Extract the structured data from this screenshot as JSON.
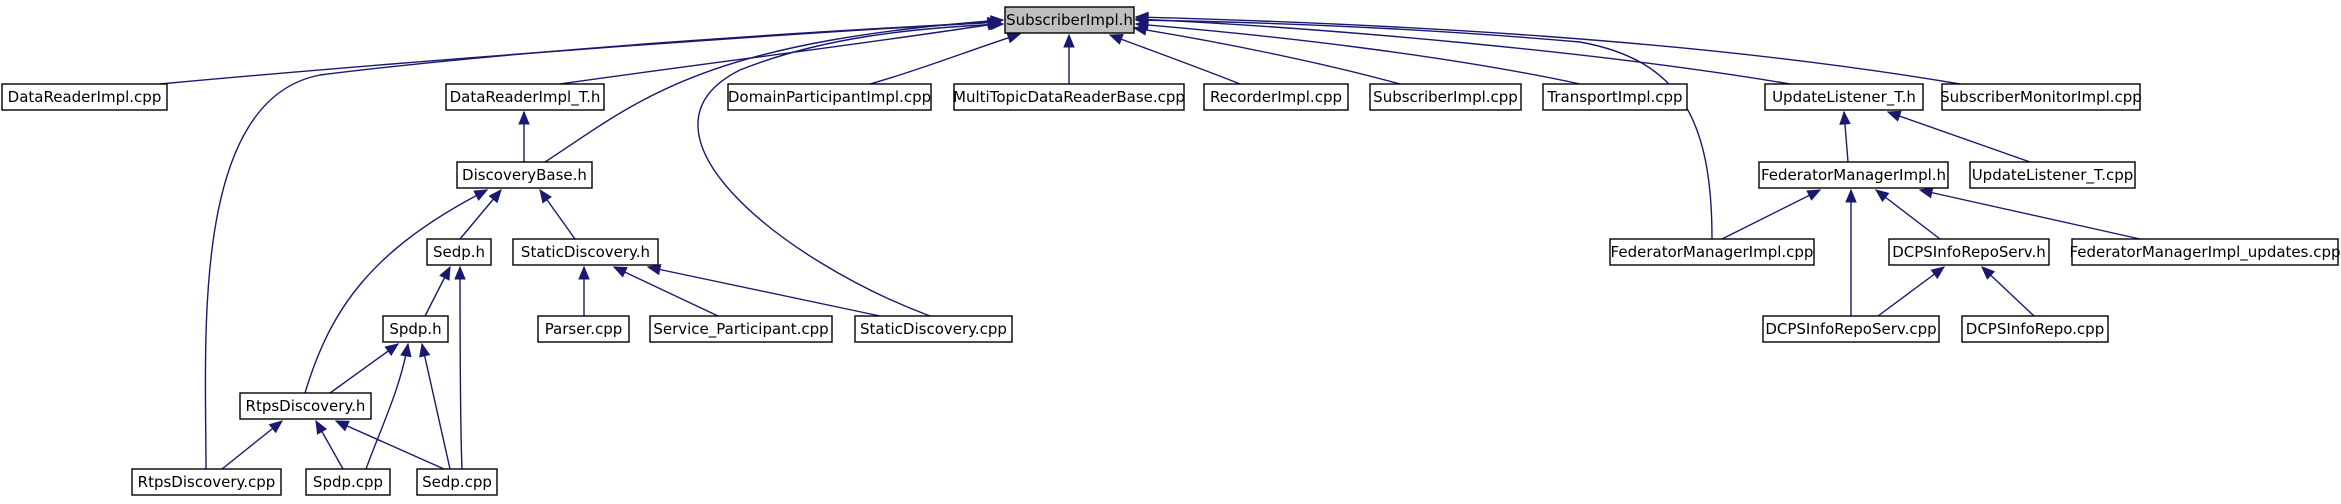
{
  "diagram": {
    "type": "include-dependency-graph",
    "root": "SubscriberImpl.h",
    "nodes": [
      {
        "id": "SubscriberImpl.h",
        "label": "SubscriberImpl.h"
      },
      {
        "id": "DataReaderImpl.cpp",
        "label": "DataReaderImpl.cpp"
      },
      {
        "id": "DataReaderImpl_T.h",
        "label": "DataReaderImpl_T.h"
      },
      {
        "id": "DomainParticipantImpl.cpp",
        "label": "DomainParticipantImpl.cpp"
      },
      {
        "id": "MultiTopicDataReaderBase.cpp",
        "label": "MultiTopicDataReaderBase.cpp"
      },
      {
        "id": "RecorderImpl.cpp",
        "label": "RecorderImpl.cpp"
      },
      {
        "id": "SubscriberImpl.cpp",
        "label": "SubscriberImpl.cpp"
      },
      {
        "id": "TransportImpl.cpp",
        "label": "TransportImpl.cpp"
      },
      {
        "id": "UpdateListener_T.h",
        "label": "UpdateListener_T.h"
      },
      {
        "id": "SubscriberMonitorImpl.cpp",
        "label": "SubscriberMonitorImpl.cpp"
      },
      {
        "id": "DiscoveryBase.h",
        "label": "DiscoveryBase.h"
      },
      {
        "id": "FederatorManagerImpl.h",
        "label": "FederatorManagerImpl.h"
      },
      {
        "id": "UpdateListener_T.cpp",
        "label": "UpdateListener_T.cpp"
      },
      {
        "id": "Sedp.h",
        "label": "Sedp.h"
      },
      {
        "id": "StaticDiscovery.h",
        "label": "StaticDiscovery.h"
      },
      {
        "id": "FederatorManagerImpl.cpp",
        "label": "FederatorManagerImpl.cpp"
      },
      {
        "id": "DCPSInfoRepoServ.h",
        "label": "DCPSInfoRepoServ.h"
      },
      {
        "id": "FederatorManagerImpl_updates.cpp",
        "label": "FederatorManagerImpl_updates.cpp"
      },
      {
        "id": "Spdp.h",
        "label": "Spdp.h"
      },
      {
        "id": "Parser.cpp",
        "label": "Parser.cpp"
      },
      {
        "id": "Service_Participant.cpp",
        "label": "Service_Participant.cpp"
      },
      {
        "id": "StaticDiscovery.cpp",
        "label": "StaticDiscovery.cpp"
      },
      {
        "id": "DCPSInfoRepoServ.cpp",
        "label": "DCPSInfoRepoServ.cpp"
      },
      {
        "id": "DCPSInfoRepo.cpp",
        "label": "DCPSInfoRepo.cpp"
      },
      {
        "id": "RtpsDiscovery.h",
        "label": "RtpsDiscovery.h"
      },
      {
        "id": "RtpsDiscovery.cpp",
        "label": "RtpsDiscovery.cpp"
      },
      {
        "id": "Spdp.cpp",
        "label": "Spdp.cpp"
      },
      {
        "id": "Sedp.cpp",
        "label": "Sedp.cpp"
      }
    ],
    "edges": [
      {
        "from": "DataReaderImpl.cpp",
        "to": "SubscriberImpl.h"
      },
      {
        "from": "RtpsDiscovery.cpp",
        "to": "SubscriberImpl.h"
      },
      {
        "from": "DataReaderImpl_T.h",
        "to": "SubscriberImpl.h"
      },
      {
        "from": "DiscoveryBase.h",
        "to": "SubscriberImpl.h"
      },
      {
        "from": "StaticDiscovery.cpp",
        "to": "SubscriberImpl.h"
      },
      {
        "from": "DomainParticipantImpl.cpp",
        "to": "SubscriberImpl.h"
      },
      {
        "from": "MultiTopicDataReaderBase.cpp",
        "to": "SubscriberImpl.h"
      },
      {
        "from": "RecorderImpl.cpp",
        "to": "SubscriberImpl.h"
      },
      {
        "from": "SubscriberImpl.cpp",
        "to": "SubscriberImpl.h"
      },
      {
        "from": "TransportImpl.cpp",
        "to": "SubscriberImpl.h"
      },
      {
        "from": "FederatorManagerImpl.cpp",
        "to": "SubscriberImpl.h"
      },
      {
        "from": "UpdateListener_T.h",
        "to": "SubscriberImpl.h"
      },
      {
        "from": "SubscriberMonitorImpl.cpp",
        "to": "SubscriberImpl.h"
      },
      {
        "from": "DiscoveryBase.h",
        "to": "DataReaderImpl_T.h"
      },
      {
        "from": "Sedp.h",
        "to": "DiscoveryBase.h"
      },
      {
        "from": "StaticDiscovery.h",
        "to": "DiscoveryBase.h"
      },
      {
        "from": "RtpsDiscovery.h",
        "to": "DiscoveryBase.h"
      },
      {
        "from": "Spdp.h",
        "to": "Sedp.h"
      },
      {
        "from": "Sedp.cpp",
        "to": "Sedp.h"
      },
      {
        "from": "RtpsDiscovery.h",
        "to": "Spdp.h"
      },
      {
        "from": "Spdp.cpp",
        "to": "Spdp.h"
      },
      {
        "from": "Sedp.cpp",
        "to": "Spdp.h"
      },
      {
        "from": "RtpsDiscovery.cpp",
        "to": "RtpsDiscovery.h"
      },
      {
        "from": "Spdp.cpp",
        "to": "RtpsDiscovery.h"
      },
      {
        "from": "Sedp.cpp",
        "to": "RtpsDiscovery.h"
      },
      {
        "from": "Parser.cpp",
        "to": "StaticDiscovery.h"
      },
      {
        "from": "Service_Participant.cpp",
        "to": "StaticDiscovery.h"
      },
      {
        "from": "StaticDiscovery.cpp",
        "to": "StaticDiscovery.h"
      },
      {
        "from": "FederatorManagerImpl.h",
        "to": "UpdateListener_T.h"
      },
      {
        "from": "UpdateListener_T.cpp",
        "to": "UpdateListener_T.h"
      },
      {
        "from": "FederatorManagerImpl.cpp",
        "to": "FederatorManagerImpl.h"
      },
      {
        "from": "DCPSInfoRepoServ.h",
        "to": "FederatorManagerImpl.h"
      },
      {
        "from": "DCPSInfoRepoServ.cpp",
        "to": "FederatorManagerImpl.h"
      },
      {
        "from": "FederatorManagerImpl_updates.cpp",
        "to": "FederatorManagerImpl.h"
      },
      {
        "from": "DCPSInfoRepoServ.cpp",
        "to": "DCPSInfoRepoServ.h"
      },
      {
        "from": "DCPSInfoRepo.cpp",
        "to": "DCPSInfoRepoServ.h"
      }
    ]
  },
  "colors": {
    "edge": "#191970",
    "root_fill": "#bfbfbf",
    "node_fill": "#ffffff",
    "node_border": "#000000"
  }
}
